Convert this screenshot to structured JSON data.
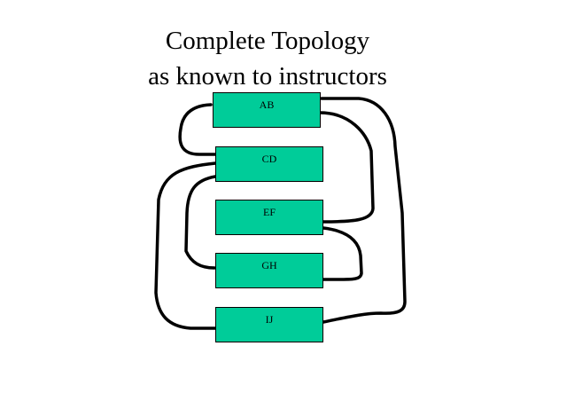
{
  "title_line1": "Complete Topology",
  "title_line2": "as known to instructors",
  "nodes": [
    "AB",
    "CD",
    "EF",
    "GH",
    "IJ"
  ],
  "colors": {
    "node_fill": "#00cc99",
    "link": "#000000"
  }
}
